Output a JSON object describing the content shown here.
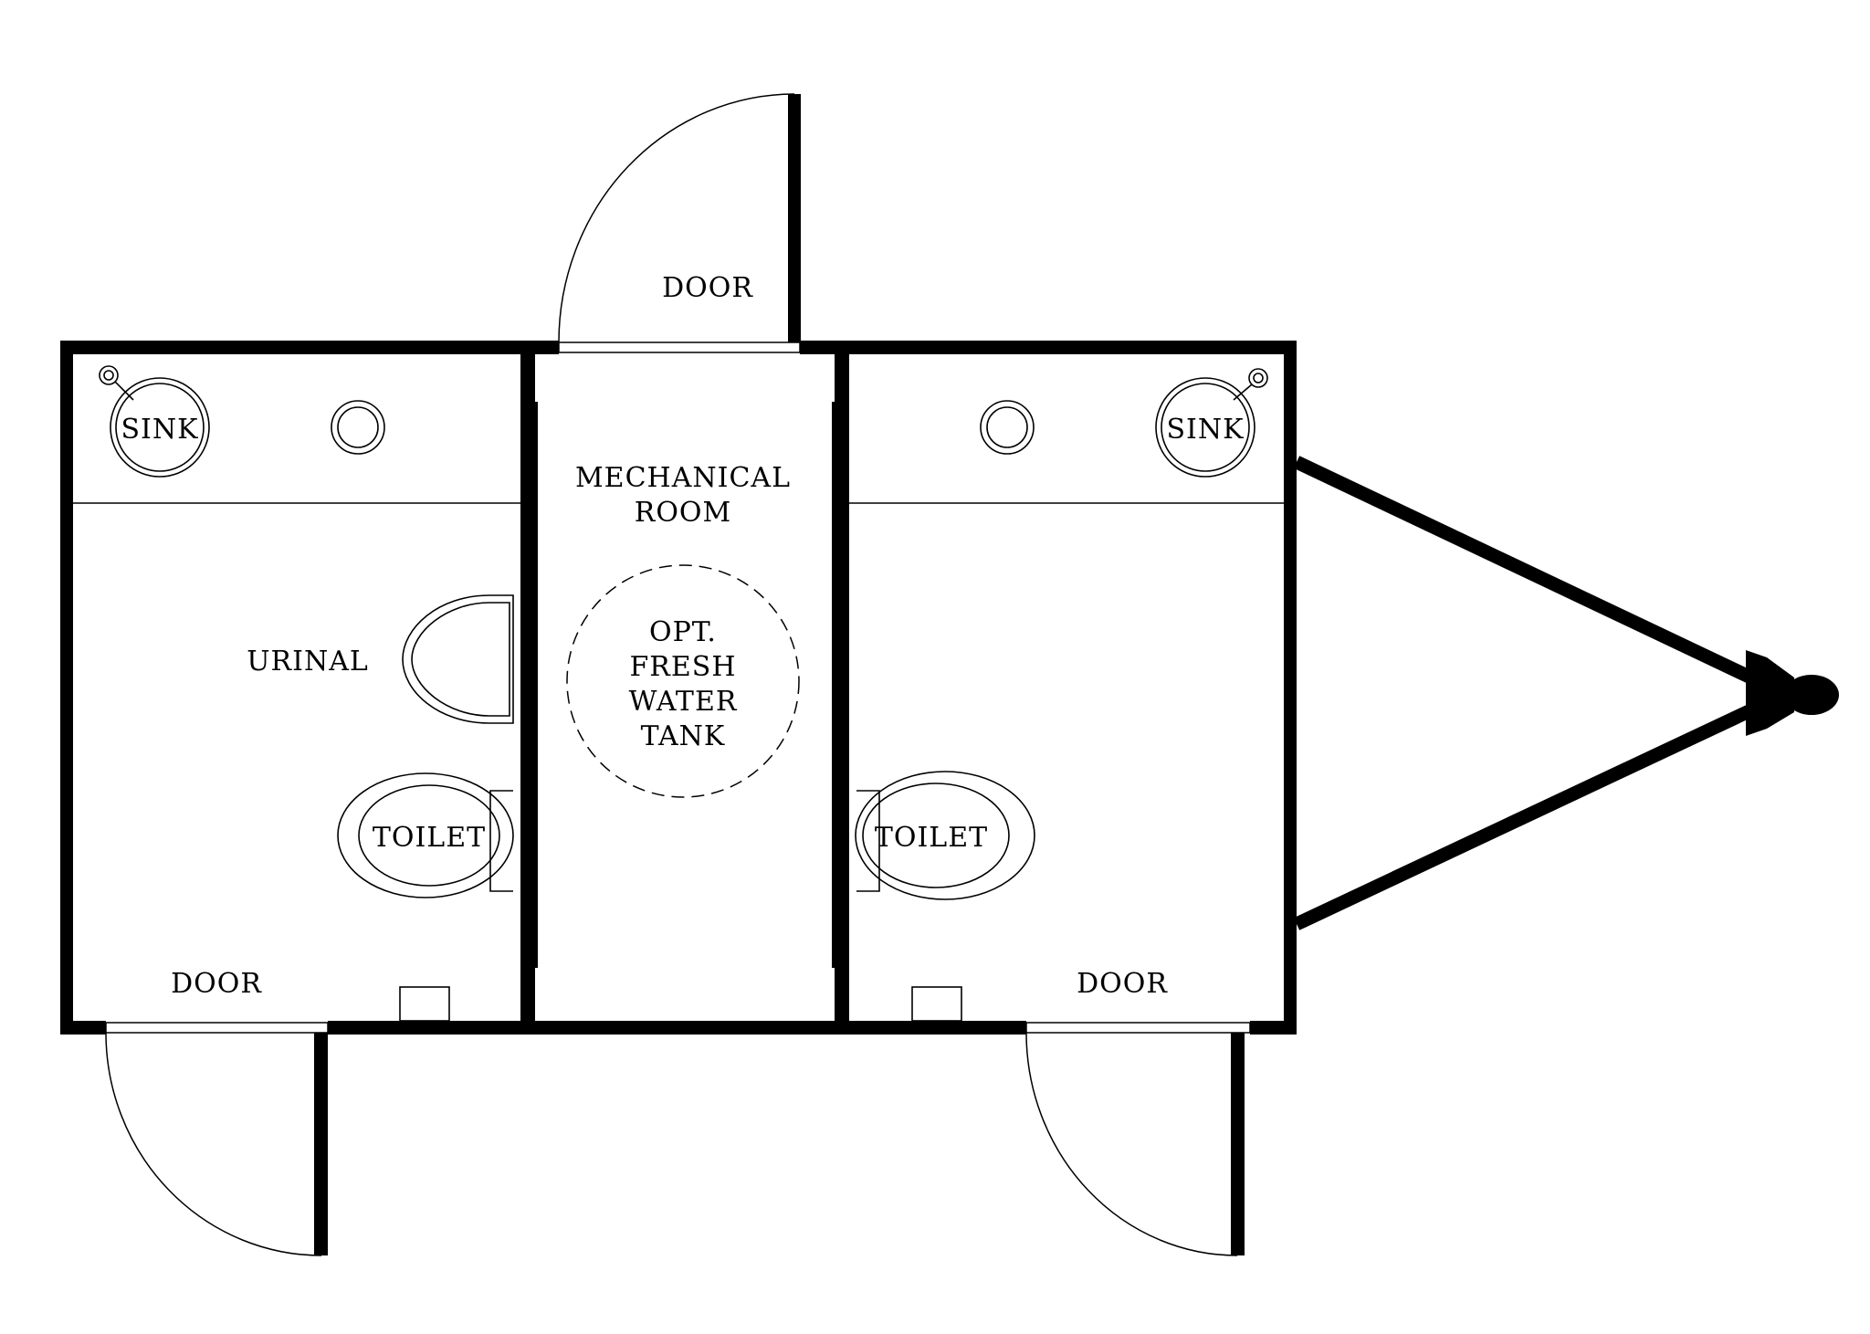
{
  "diagram": {
    "labels": {
      "top_door": "DOOR",
      "mechanical_room_line1": "MECHANICAL",
      "mechanical_room_line2": "ROOM",
      "tank_line1": "OPT.",
      "tank_line2": "FRESH",
      "tank_line3": "WATER",
      "tank_line4": "TANK",
      "left_sink": "SINK",
      "right_sink": "SINK",
      "urinal": "URINAL",
      "left_toilet": "TOILET",
      "right_toilet": "TOILET",
      "left_door": "DOOR",
      "right_door": "DOOR"
    }
  }
}
